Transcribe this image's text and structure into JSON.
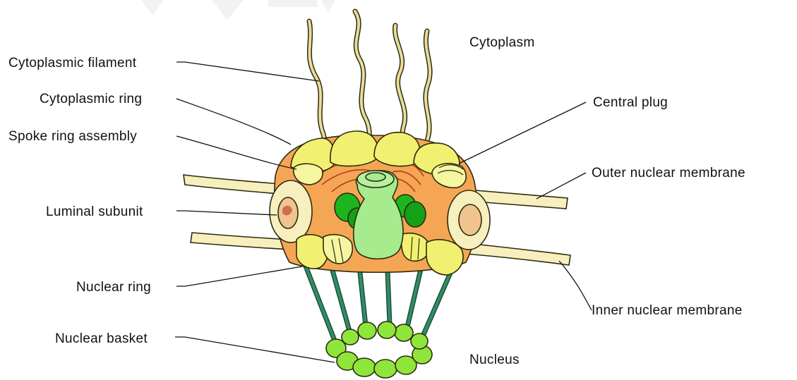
{
  "title": "",
  "labels": {
    "cytoplasmic_filament": "Cytoplasmic filament",
    "cytoplasmic_ring": "Cytoplasmic ring",
    "spoke_ring_assembly": "Spoke ring assembly",
    "luminal_subunit": "Luminal subunit",
    "nuclear_ring": "Nuclear ring",
    "nuclear_basket": "Nuclear basket",
    "cytoplasm": "Cytoplasm",
    "central_plug": "Central plug",
    "outer_nuclear_membrane": "Outer nuclear membrane",
    "inner_nuclear_membrane": "Inner nuclear membrane",
    "nucleus": "Nucleus"
  },
  "colors": {
    "ring_yellow": "#f2f070",
    "ring_light_yellow": "#f6f6a0",
    "spoke_orange": "#f5a654",
    "membrane_cream": "#f7efbe",
    "luminal_peach": "#f0c48f",
    "plug_light_green": "#a6eb8e",
    "plug_green": "#1db51d",
    "basket_green": "#8fe63a",
    "rod_teal": "#2c7a5a",
    "filament_tan": "#eadc9a"
  }
}
